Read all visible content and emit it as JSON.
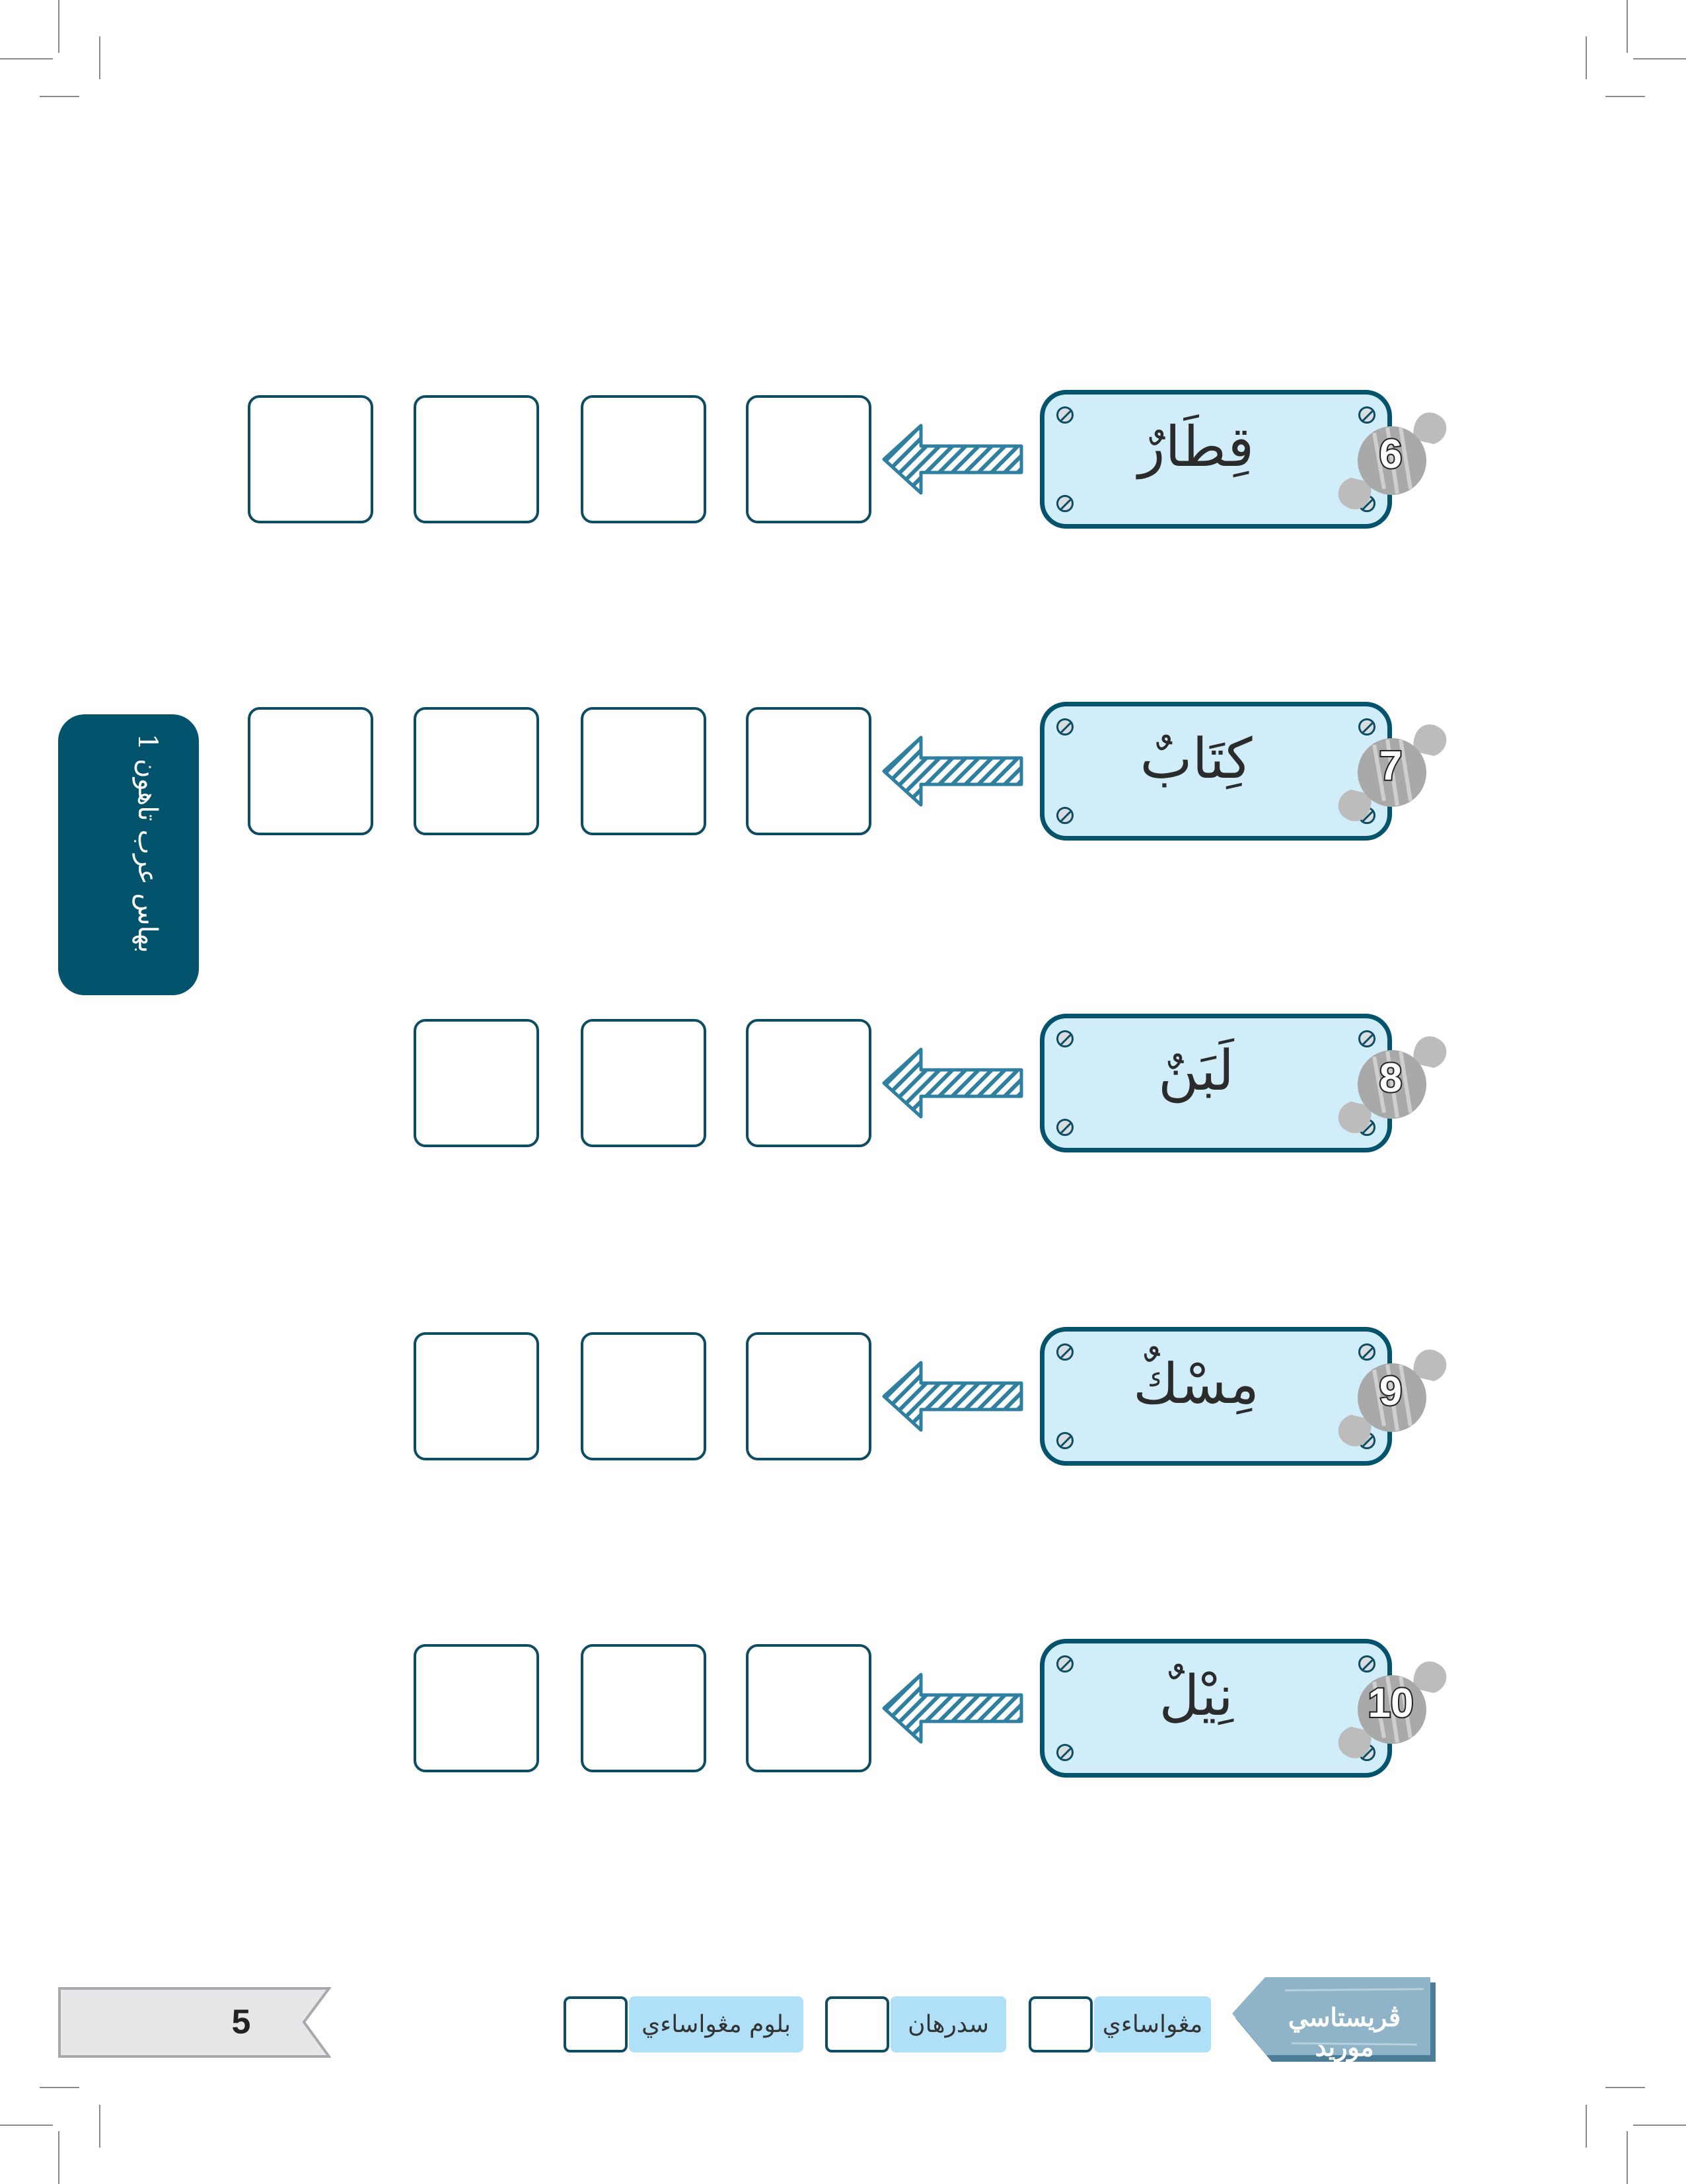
{
  "side_tab": {
    "title": "بهاس عرب تاهون 1"
  },
  "exercises": [
    {
      "number": "6",
      "word": "قِطَارٌ",
      "blank_count": 4
    },
    {
      "number": "7",
      "word": "كِتَابٌ",
      "blank_count": 4
    },
    {
      "number": "8",
      "word": "لَبَنٌ",
      "blank_count": 3
    },
    {
      "number": "9",
      "word": "مِسْكٌ",
      "blank_count": 3
    },
    {
      "number": "10",
      "word": "نِيْلٌ",
      "blank_count": 3
    }
  ],
  "footer": {
    "page_number": "5",
    "heading": "ڤريستاسي موريد",
    "levels": [
      "مڠواساءي",
      "سدرهان",
      "بلوم مڠواساءي"
    ]
  },
  "colors": {
    "accent": "#03536d",
    "label_bg": "#d1edfa",
    "footer_label_bg": "#b0e0f8"
  }
}
